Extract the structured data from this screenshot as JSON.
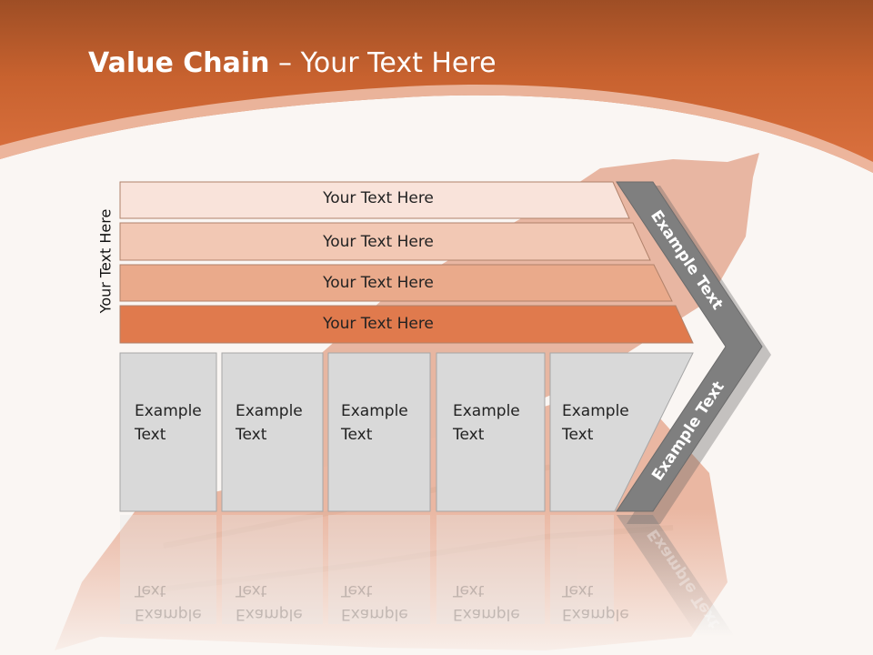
{
  "title": {
    "bold": "Value Chain",
    "rest": " – Your Text Here"
  },
  "side_label": "Your Text Here",
  "rows": [
    {
      "label": "Your Text Here",
      "fill": "#f9e3da"
    },
    {
      "label": "Your Text Here",
      "fill": "#f2c8b4"
    },
    {
      "label": "Your Text Here",
      "fill": "#eaaa8b"
    },
    {
      "label": "Your Text Here",
      "fill": "#e07a4d"
    }
  ],
  "boxes": [
    {
      "line1": "Example",
      "line2": "Text"
    },
    {
      "line1": "Example",
      "line2": "Text"
    },
    {
      "line1": "Example",
      "line2": "Text"
    },
    {
      "line1": "Example",
      "line2": "Text"
    },
    {
      "line1": "Example",
      "line2": "Text"
    }
  ],
  "arrow": {
    "upper_label": "Example Text",
    "lower_label": "Example Text"
  },
  "colors": {
    "header": "#d96f3a",
    "header_dark": "#9e4e25",
    "box_fill": "#d9d9d9",
    "arrow_fill": "#7f7f7f"
  }
}
